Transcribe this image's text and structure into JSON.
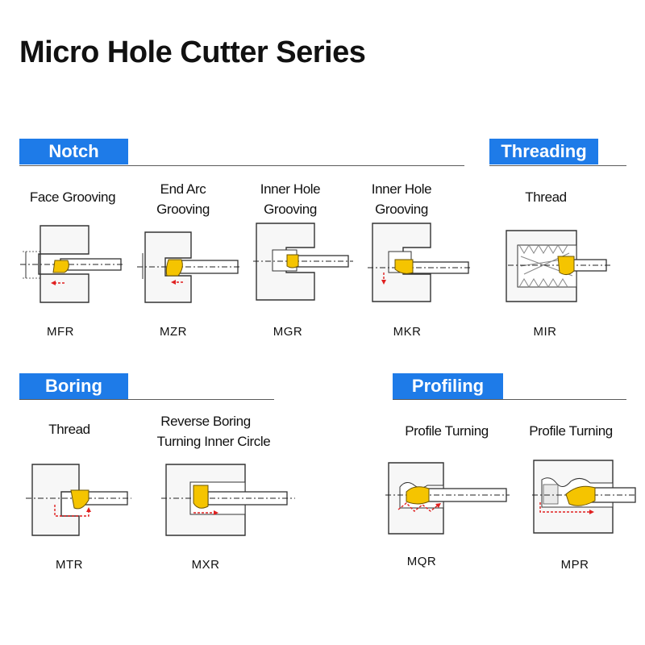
{
  "title": "Micro Hole Cutter Series",
  "colors": {
    "section_tab": "#1e7be8",
    "insert": "#f5c400",
    "feed_arrow": "#e02020"
  },
  "sections": {
    "notch": {
      "label": "Notch"
    },
    "threading": {
      "label": "Threading"
    },
    "boring": {
      "label": "Boring"
    },
    "profiling": {
      "label": "Profiling"
    }
  },
  "tools": {
    "mfr": {
      "name": "Face Grooving",
      "code": "MFR"
    },
    "mzr": {
      "name_line1": "End Arc",
      "name_line2": "Grooving",
      "code": "MZR"
    },
    "mgr": {
      "name_line1": "Inner Hole",
      "name_line2": "Grooving",
      "code": "MGR"
    },
    "mkr": {
      "name_line1": "Inner Hole",
      "name_line2": "Grooving",
      "code": "MKR"
    },
    "mir": {
      "name": "Thread",
      "code": "MIR"
    },
    "mtr": {
      "name": "Thread",
      "code": "MTR"
    },
    "mxr": {
      "name_line1": "Reverse Boring",
      "name_line2": "Turning Inner Circle",
      "code": "MXR"
    },
    "mqr": {
      "name": "Profile Turning",
      "code": "MQR"
    },
    "mpr": {
      "name": "Profile Turning",
      "code": "MPR"
    }
  }
}
